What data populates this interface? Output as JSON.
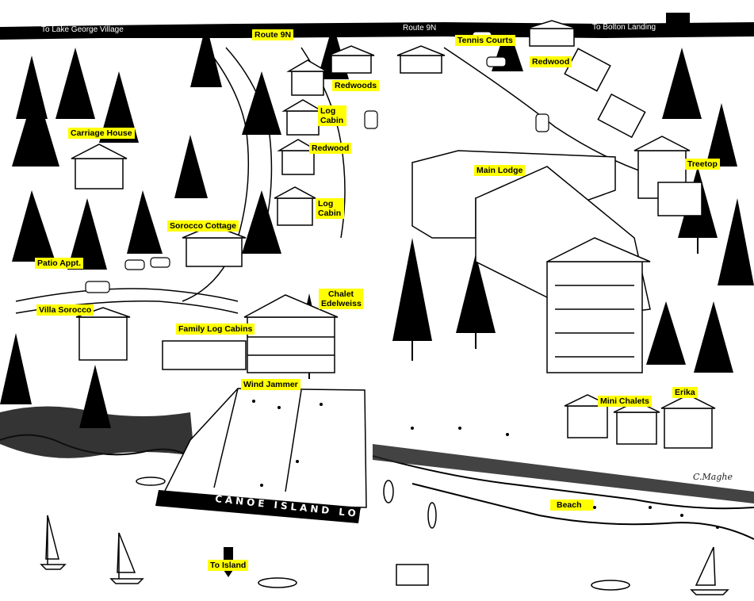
{
  "roads": {
    "top_left": "To Lake George Village",
    "top_right": "To Bolton Landing",
    "route_left": "Route 9N",
    "route_right": "Route 9N"
  },
  "labels": {
    "tennis_courts": "Tennis Courts",
    "redwood_top": "Redwood",
    "redwoods": "Redwoods",
    "log_cabin_upper": "Log Cabin",
    "carriage_house": "Carriage House",
    "redwood_mid": "Redwood",
    "main_lodge": "Main Lodge",
    "treetop": "Treetop",
    "log_cabin_lower": "Log Cabin",
    "sorocco_cottage": "Sorocco Cottage",
    "patio_appt": "Patio Appt.",
    "chalet_edelweiss": "Chalet Edelweiss",
    "villa_sorocco": "Villa Sorocco",
    "family_log_cabins": "Family Log Cabins",
    "wind_jammer": "Wind Jammer",
    "mini_chalets": "Mini Chalets",
    "erika": "Erika",
    "beach": "Beach",
    "to_island": "To Island"
  },
  "dock_sign": "CANOE ISLAND LODGE",
  "signature": "C.Maghe",
  "colors": {
    "label_bg": "#ffff00",
    "ink": "#000000",
    "paper": "#ffffff"
  }
}
